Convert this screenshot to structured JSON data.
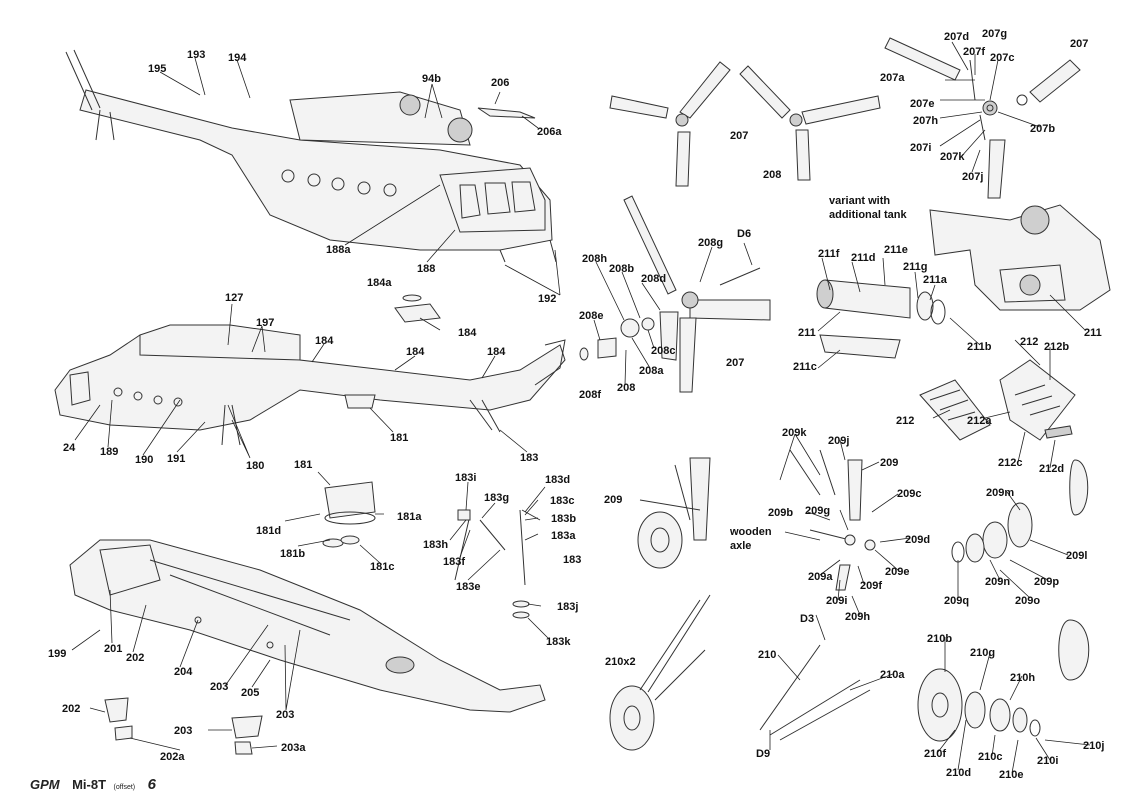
{
  "footer": {
    "brand": "GPM",
    "model": "Mi-8T",
    "note": "(offset)",
    "page": "6"
  },
  "labels": {
    "l195": "195",
    "l193": "193",
    "l194": "194",
    "l94b": "94b",
    "l206": "206",
    "l206a": "206a",
    "l188a": "188a",
    "l188": "188",
    "l192": "192",
    "l127": "127",
    "l197": "197",
    "l184a": "184a",
    "l184_1": "184",
    "l184_2": "184",
    "l184_3": "184",
    "l184_4": "184",
    "l24": "24",
    "l189": "189",
    "l190": "190",
    "l191": "191",
    "l180": "180",
    "l181_1": "181",
    "l183_1": "183",
    "l181_2": "181",
    "l181a": "181a",
    "l181d": "181d",
    "l181b": "181b",
    "l181c": "181c",
    "l183i": "183i",
    "l183d": "183d",
    "l183g": "183g",
    "l183c": "183c",
    "l183b": "183b",
    "l183a": "183a",
    "l183h": "183h",
    "l183f": "183f",
    "l183_2": "183",
    "l183e": "183e",
    "l183j": "183j",
    "l183k": "183k",
    "l199": "199",
    "l201": "201",
    "l202_1": "202",
    "l204": "204",
    "l203_1": "203",
    "l205": "205",
    "l203_2": "203",
    "l202_2": "202",
    "l202a": "202a",
    "l203_3": "203",
    "l203a": "203a",
    "l207_1": "207",
    "l208_1": "208",
    "l207d": "207d",
    "l207g": "207g",
    "l207_2": "207",
    "l207f": "207f",
    "l207c": "207c",
    "l207a": "207a",
    "l207e": "207e",
    "l207h": "207h",
    "l207b": "207b",
    "l207i": "207i",
    "l207k": "207k",
    "l207j": "207j",
    "variant1": "variant with",
    "variant2": "additional tank",
    "l208h": "208h",
    "l208b": "208b",
    "l208d": "208d",
    "l208g": "208g",
    "lD6": "D6",
    "l208e": "208e",
    "l208c": "208c",
    "l208a": "208a",
    "l208f": "208f",
    "l208_2": "208",
    "l207_3": "207",
    "l211f": "211f",
    "l211d": "211d",
    "l211e": "211e",
    "l211g": "211g",
    "l211a": "211a",
    "l211_1": "211",
    "l211b": "211b",
    "l211c": "211c",
    "l211_2": "211",
    "l212_1": "212",
    "l212b": "212b",
    "l212_2": "212",
    "l212a": "212a",
    "l212c": "212c",
    "l212d": "212d",
    "l209k": "209k",
    "l209j": "209j",
    "l209_1": "209",
    "l209_2": "209",
    "l209b": "209b",
    "l209g": "209g",
    "l209c": "209c",
    "lwood1": "wooden",
    "lwood2": "axle",
    "l209d": "209d",
    "l209e": "209e",
    "l209a": "209a",
    "l209f": "209f",
    "l209i": "209i",
    "l209h": "209h",
    "l209m": "209m",
    "l209l": "209l",
    "l209n": "209n",
    "l209p": "209p",
    "l209q": "209q",
    "l209o": "209o",
    "l210x2": "210x2",
    "lD3": "D3",
    "l210": "210",
    "l210a": "210a",
    "lD9": "D9",
    "l210b": "210b",
    "l210g": "210g",
    "l210h": "210h",
    "l210f": "210f",
    "l210d": "210d",
    "l210c": "210c",
    "l210e": "210e",
    "l210i": "210i",
    "l210j": "210j"
  }
}
